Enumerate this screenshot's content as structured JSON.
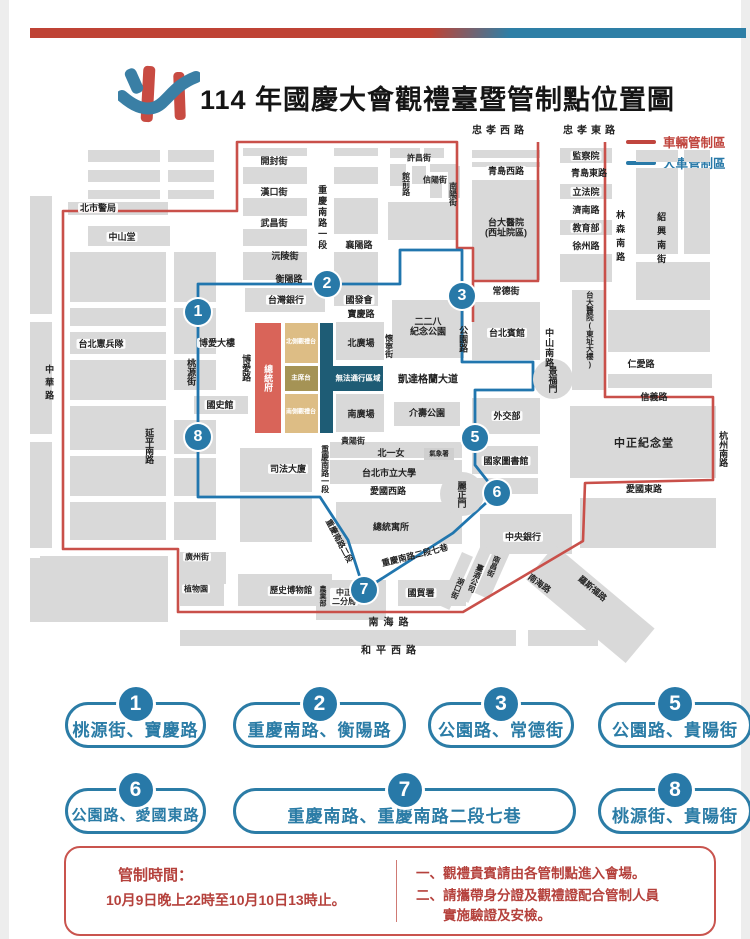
{
  "title": "114 年國慶大會觀禮臺暨管制點位置圖",
  "legend": {
    "vehicle_zone": "車輛管制區",
    "pedestrian_zone": "人車管制區",
    "vehicle_color": "#c0453e",
    "pedestrian_color": "#2879a8"
  },
  "map": {
    "labels": {
      "zxw": "忠孝西路",
      "zxe": "忠孝東路",
      "kf": "開封街",
      "hk": "漢口街",
      "wc": "武昌街",
      "cq1a": "重慶南路一段",
      "xy": "襄陽路",
      "yl": "沅陵街",
      "hy": "衡陽路",
      "xc": "許昌街",
      "gq": "館前路",
      "xin": "信陽街",
      "ny": "南陽街",
      "qdw": "青島西路",
      "jcy": "監察院",
      "qde": "青島東路",
      "lfy": "立法院",
      "jn": "濟南路",
      "jyb": "教育部",
      "xz": "徐州路",
      "tdw": "台大醫院\n(西址院區)",
      "bsj": "北市警局",
      "zst": "中山堂",
      "zhl": "中華路",
      "hbd": "台北憲兵隊",
      "tyj": "桃源街",
      "ypn": "延平南路",
      "badl": "博愛大樓",
      "bal": "博愛路",
      "gsg": "國史館",
      "twb": "台灣銀行",
      "gfh": "國發會",
      "bq": "寶慶路",
      "cd": "常德街",
      "zsn": "中山南路",
      "tde": "台大醫院(東址大樓)",
      "lsn": "林森南路",
      "sxn": "紹興南街",
      "eep": "二二八\n紀念公園",
      "gyl": "公園路",
      "hn": "懷寧街",
      "bgc": "北廣場",
      "ngc": "南廣場",
      "kdgl": "凱達格蘭大道",
      "jsgy": "介壽公園",
      "tbbg": "台北賓館",
      "jfm": "景福門",
      "wjb": "外交部",
      "gjtsg": "國家圖書館",
      "lzm": "麗正門",
      "ral": "仁愛路",
      "xyl": "信義路",
      "zzjnt": "中正紀念堂",
      "hzn": "杭州南路",
      "agd": "愛國東路",
      "zyyh": "中央銀行",
      "agx": "愛國西路",
      "gys": "貴陽街",
      "byn": "北一女",
      "qxs": "氣象署",
      "tbsd": "台北市立大學",
      "ztys": "總統寓所",
      "cq1b": "重慶南路一段",
      "cq2": "重慶南路二段",
      "cq27": "重慶南路二段七巷",
      "sfdx": "司法大廈",
      "gzj": "廣州街",
      "zwy": "植物園",
      "lsbwg": "歷史博物館",
      "nyb": "農業部",
      "zzefj": "中正\n二分局",
      "gms": "國貿署",
      "hkj": "湖口街",
      "tjgs": "臺酒公司",
      "ncj": "南昌街",
      "nhl_d": "南海路",
      "lsfl": "羅斯福路",
      "nhl": "南海路",
      "hpx": "和平西路",
      "ztf": "總統府",
      "bcgt": "北側觀禮台",
      "zxt": "主席台",
      "ncgt": "南側觀禮台",
      "wftx": "無法通行區域"
    },
    "points": [
      "1",
      "2",
      "3",
      "5",
      "6",
      "7",
      "8"
    ]
  },
  "badges": [
    {
      "num": "1",
      "label": "桃源街、寶慶路"
    },
    {
      "num": "2",
      "label": "重慶南路、衡陽路"
    },
    {
      "num": "3",
      "label": "公園路、常德街"
    },
    {
      "num": "5",
      "label": "公園路、貴陽街"
    },
    {
      "num": "6",
      "label": "公園路、愛國東路"
    },
    {
      "num": "7",
      "label": "重慶南路、重慶南路二段七巷"
    },
    {
      "num": "8",
      "label": "桃源街、貴陽街"
    }
  ],
  "notice": {
    "time_title": "管制時間：",
    "time_body": "10月9日晚上22時至10月10日13時止。",
    "note1": "一、觀禮貴賓請由各管制點進入會場。",
    "note2": "二、請攜帶身分證及觀禮證配合管制人員\n　　實施驗證及安檢。"
  },
  "colors": {
    "accent_red": "#c0453e",
    "accent_blue": "#2879a8",
    "block_gray": "#d9d9d9"
  }
}
